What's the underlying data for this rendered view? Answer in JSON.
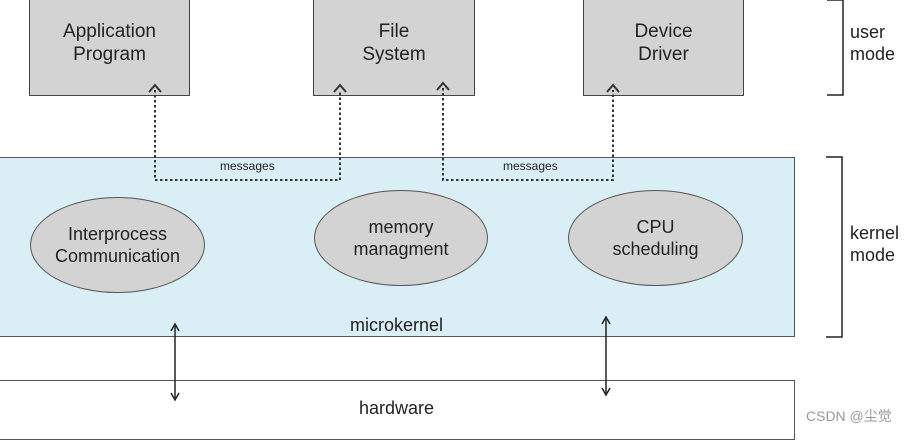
{
  "user_programs": [
    {
      "label": "Application\nProgram"
    },
    {
      "label": "File\nSystem"
    },
    {
      "label": "Device\nDriver"
    }
  ],
  "messages": [
    "messages",
    "messages"
  ],
  "kernel_services": [
    {
      "label": "Interprocess\nCommunication"
    },
    {
      "label": "memory\nmanagment"
    },
    {
      "label": "CPU\nscheduling"
    }
  ],
  "microkernel_label": "microkernel",
  "hardware_label": "hardware",
  "modes": {
    "user": "user\nmode",
    "kernel": "kernel\nmode"
  },
  "watermark": "CSDN @尘觉",
  "colors": {
    "kernel_fill": "#d9eef5",
    "box_fill": "#d3d3d3",
    "line": "#333333"
  }
}
